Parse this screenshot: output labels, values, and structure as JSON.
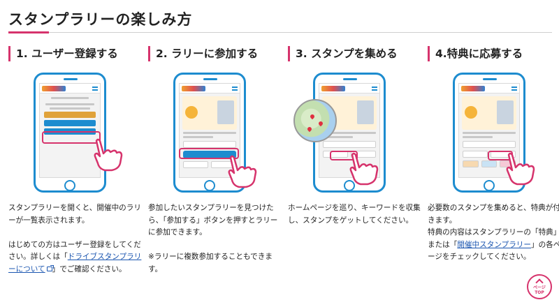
{
  "page": {
    "title": "スタンプラリーの楽しみ方"
  },
  "colors": {
    "accent": "#d6336c",
    "phone": "#1d8ccf",
    "link": "#1a55b0"
  },
  "steps": [
    {
      "heading": "1. ユーザー登録する",
      "desc": [
        [
          "スタンプラリーを開くと、開催中のラリーが一覧表示されます。"
        ],
        [
          "はじめての方はユーザー登録をしてください。詳しくは「",
          {
            "link": "ドライブスタンプラリーについて"
          },
          "」でご確認ください。"
        ]
      ]
    },
    {
      "heading": "2. ラリーに参加する",
      "desc": [
        [
          "参加したいスタンプラリーを見つけたら、「参加する」ボタンを押すとラリーに参加できます。"
        ],
        [
          "※ラリーに複数参加することもできます。"
        ]
      ]
    },
    {
      "heading": "3. スタンプを集める",
      "desc": [
        [
          "ホームページを巡り、キーワードを収集し、スタンプをゲットしてください。"
        ]
      ]
    },
    {
      "heading": "4.特典に応募する",
      "desc": [
        [
          "必要数のスタンプを集めると、特典が付きます。"
        ],
        [
          "特典の内容はスタンプラリーの「特典」または「",
          {
            "link": "開催中スタンプラリー"
          },
          "」の各ページをチェックしてください。"
        ]
      ]
    }
  ],
  "step1": {
    "desc1": "スタンプラリーを開くと、開催中のラリーが一覧表示されます。",
    "desc2a": "はじめての方はユーザー登録をしてください。詳しくは「",
    "desc2link": "ドライブスタンプラリーについて",
    "desc2b": "」でご確認ください。"
  },
  "step2": {
    "desc1": "参加したいスタンプラリーを見つけたら、「参加する」ボタンを押すとラリーに参加できます。",
    "desc2": "※ラリーに複数参加することもできます。"
  },
  "step3": {
    "desc1": "ホームページを巡り、キーワードを収集し、スタンプをゲットしてください。"
  },
  "step4": {
    "desc1a": "必要数のスタンプを集めると、特典が付きます。",
    "desc1b": "特典の内容はスタンプラリーの「特典」または「",
    "desc1link": "開催中スタンプラリー",
    "desc1c": "」の各ページをチェックしてください。"
  },
  "headings": [
    "1. ユーザー登録する",
    "2. ラリーに参加する",
    "3. スタンプを集める",
    "4.特典に応募する"
  ],
  "page_top": {
    "line1": "ページ",
    "line2": "TOP"
  }
}
